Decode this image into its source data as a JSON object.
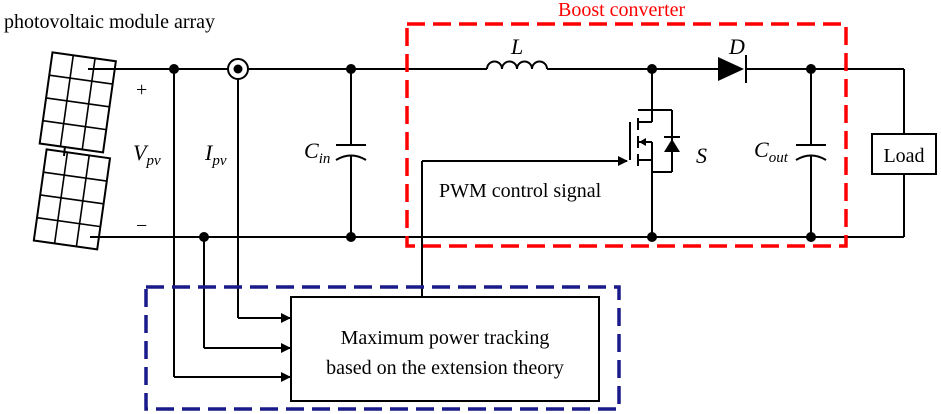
{
  "labels": {
    "pv_array": "photovoltaic module array",
    "boost_converter": "Boost converter",
    "plus": "+",
    "minus": "−",
    "vpv_main": "V",
    "vpv_sub": "pv",
    "ipv_main": "I",
    "ipv_sub": "pv",
    "cin_main": "C",
    "cin_sub": "in",
    "inductor": "L",
    "diode": "D",
    "switch": "S",
    "cout_main": "C",
    "cout_sub": "out",
    "load": "Load",
    "pwm": "PWM control signal",
    "mppt_line1": "Maximum power tracking",
    "mppt_line2": "based on the extension theory"
  },
  "colors": {
    "wire": "#000000",
    "boost_box": "#ff0000",
    "mppt_box": "#1a1a8c",
    "background": "#ffffff"
  }
}
